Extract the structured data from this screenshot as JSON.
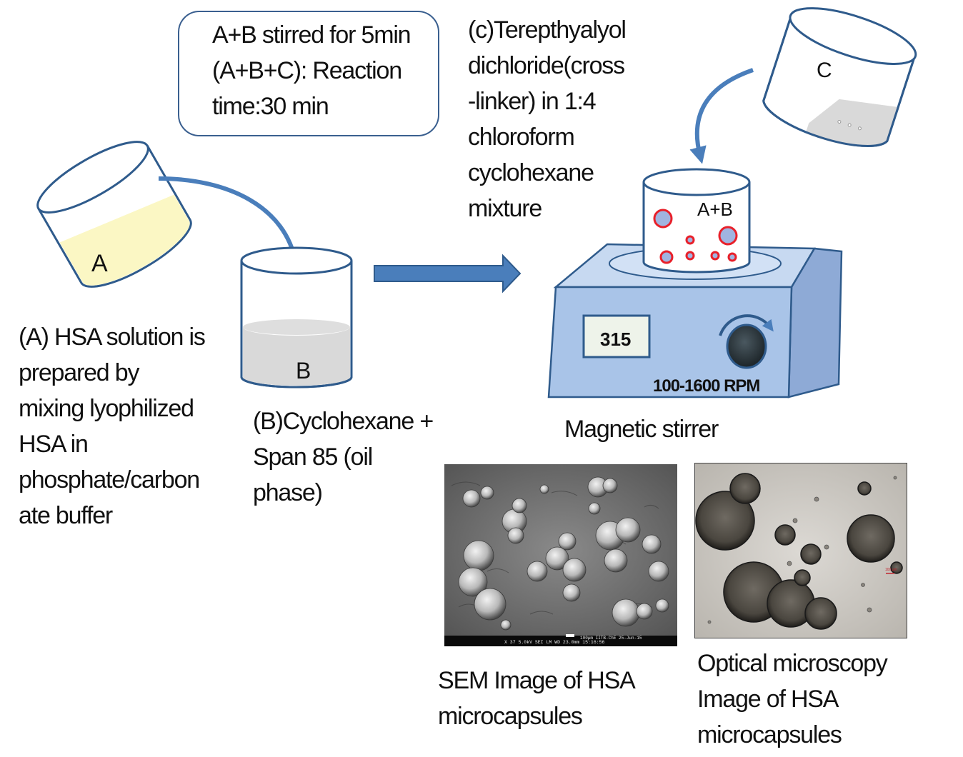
{
  "process_box": {
    "line1": "A+B stirred for 5min",
    "line2": "(A+B+C): Reaction",
    "line3": "time:30 min"
  },
  "crosslinker_text": "(c)Terepthyalyol\ndichloride(cross\n-linker) in 1:4\nchloroform\ncyclohexane\nmixture",
  "solution_a_text": "(A) HSA solution is\nprepared by\nmixing lyophilized\nHSA in\nphosphate/carbon\nate buffer",
  "oil_phase_text": "(B)Cyclohexane +\nSpan 85 (oil\nphase)",
  "stirrer_caption": "Magnetic stirrer",
  "sem_caption": "SEM Image of HSA\nmicrocapsules",
  "optical_caption": "Optical microscopy\nImage of HSA\nmicrocapsules",
  "beaker_labels": {
    "a": "A",
    "b": "B",
    "c": "C",
    "ab": "A+B"
  },
  "stirrer": {
    "display": "315",
    "rpm_range": "100-1600 RPM"
  },
  "sem_footer": "X 37      5.0kV  SEI      LM      WD 23.0mm 15:16:56",
  "sem_scale": "100µm IITB-ChE 25-Jun-15",
  "optical_scale": "100 µm",
  "colors": {
    "outline": "#2f5b8c",
    "arrow": "#4a7ebb",
    "liquid_a": "#fbf7c4",
    "liquid_b": "#d9d9d9",
    "stirrer_body": "#a9c4e8",
    "microcapsule_ring": "#e8202a",
    "microcapsule_fill": "#a0b4e0"
  }
}
